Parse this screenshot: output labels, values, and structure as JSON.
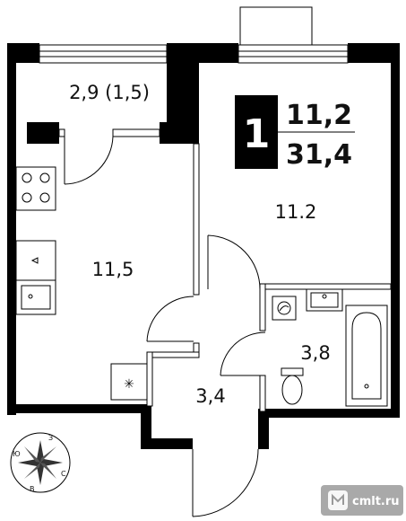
{
  "rooms": {
    "loggia": "2,9 (1,5)",
    "kitchen": "11,5",
    "living": "11.2",
    "hall": "3,4",
    "bathroom": "3,8"
  },
  "badge": {
    "rooms_count": "1",
    "living_area": "11,2",
    "total_area": "31,4"
  },
  "compass": {
    "n": "С",
    "s": "Ю",
    "e": "В",
    "w": "З"
  },
  "watermark": {
    "text": "cmlt.ru"
  },
  "colors": {
    "walls": "#000000",
    "watermark_bg": "#9a9a9a"
  }
}
